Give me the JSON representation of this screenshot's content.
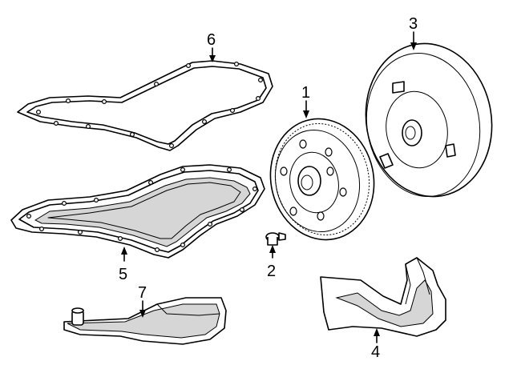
{
  "diagram": {
    "parts": [
      {
        "id": "flywheel",
        "number": "1"
      },
      {
        "id": "flywheel-bolt",
        "number": "2"
      },
      {
        "id": "torque-converter",
        "number": "3"
      },
      {
        "id": "heat-shield",
        "number": "4"
      },
      {
        "id": "oil-pan",
        "number": "5"
      },
      {
        "id": "pan-gasket",
        "number": "6"
      },
      {
        "id": "filter",
        "number": "7"
      }
    ]
  }
}
